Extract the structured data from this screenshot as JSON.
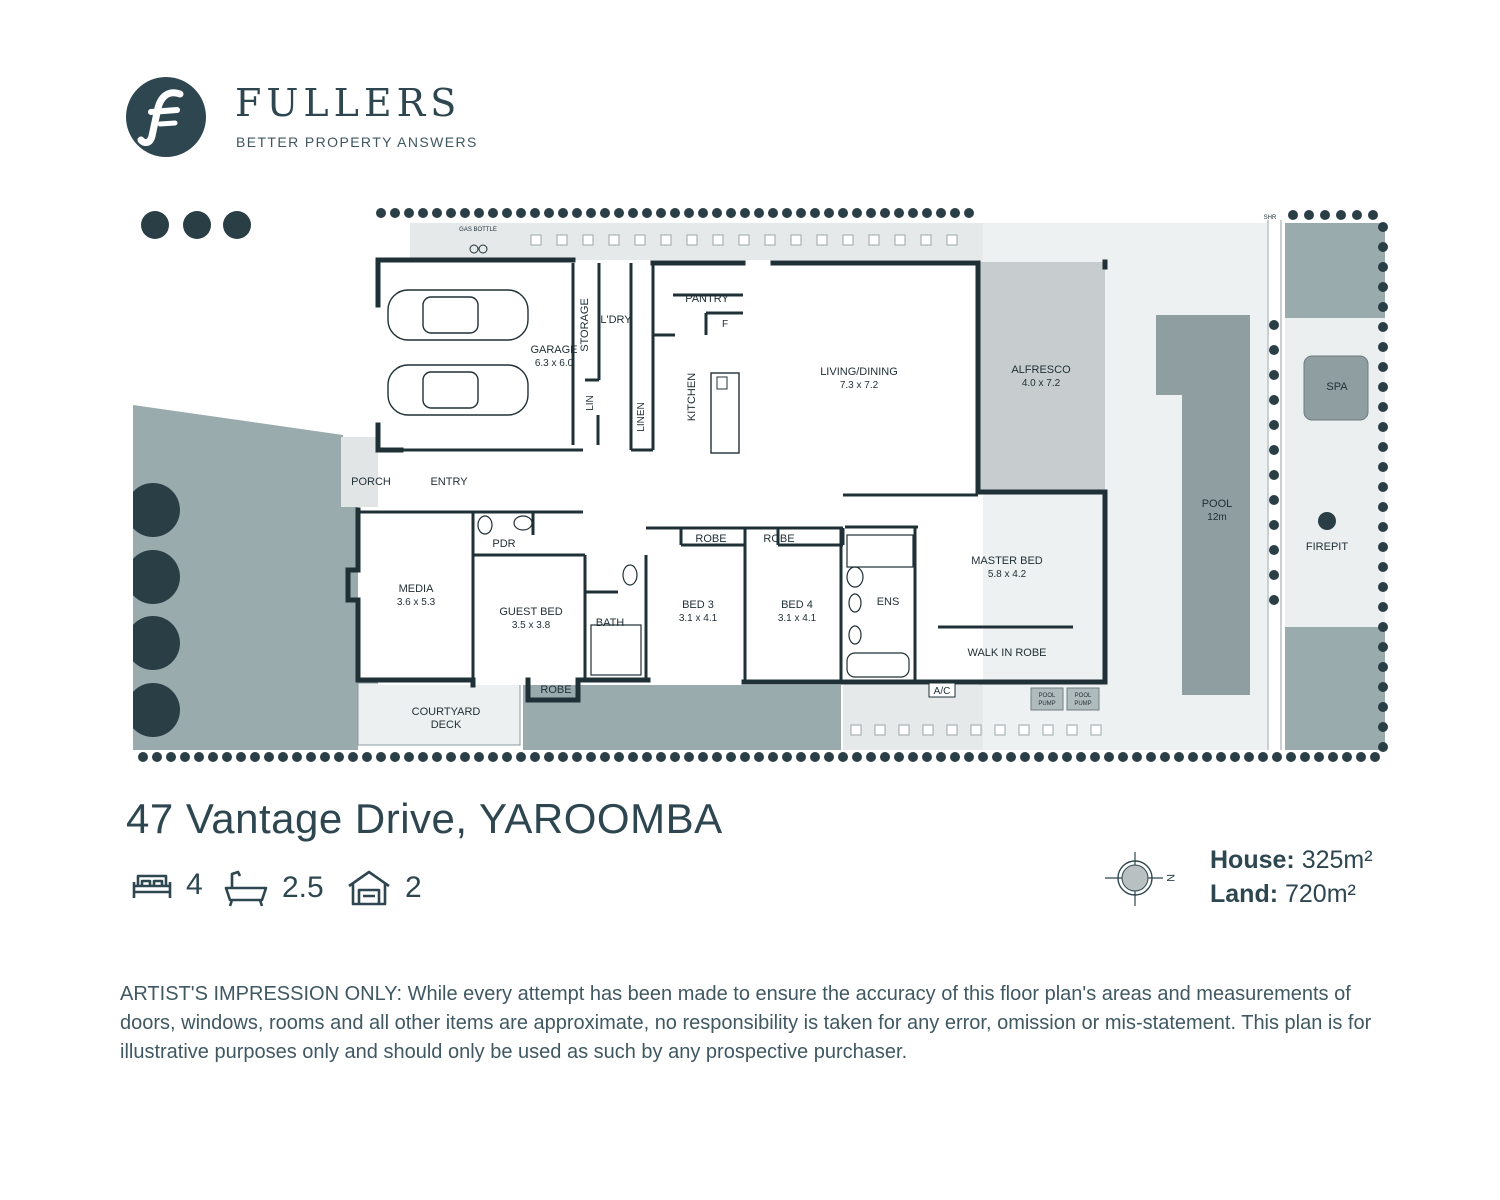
{
  "brand": {
    "name": "FULLERS",
    "tagline": "BETTER PROPERTY ANSWERS",
    "logo_icon": "fullers-f-logo-icon",
    "color": "#2d4650"
  },
  "rooms": {
    "gas_bottle": "GAS BOTTLE",
    "garage": {
      "name": "GARAGE",
      "size": "6.3 x 6.0"
    },
    "storage": "STORAGE",
    "laundry": "L'DRY",
    "pantry": "PANTRY",
    "fridge": "F",
    "lin": "LIN",
    "linen": "LINEN",
    "kitchen": "KITCHEN",
    "living_dining": {
      "name": "LIVING/DINING",
      "size": "7.3 x 7.2"
    },
    "alfresco": {
      "name": "ALFRESCO",
      "size": "4.0 x 7.2"
    },
    "pool": {
      "name": "POOL",
      "size": "12m"
    },
    "spa": "SPA",
    "firepit": "FIREPIT",
    "shower": "SHR",
    "porch": "PORCH",
    "entry": "ENTRY",
    "pdr": "PDR",
    "media": {
      "name": "MEDIA",
      "size": "3.6 x 5.3"
    },
    "guest_bed": {
      "name": "GUEST BED",
      "size": "3.5 x 3.8"
    },
    "bath": "BATH",
    "robe": "ROBE",
    "bed3": {
      "name": "BED 3",
      "size": "3.1 x 4.1"
    },
    "bed4": {
      "name": "BED 4",
      "size": "3.1 x 4.1"
    },
    "ens": "ENS",
    "master_bed": {
      "name": "MASTER BED",
      "size": "5.8 x 4.2"
    },
    "walk_in_robe": "WALK IN ROBE",
    "ac": "A/C",
    "pool_pump_line1": "POOL",
    "pool_pump_line2": "PUMP",
    "courtyard_line1": "COURTYARD",
    "courtyard_line2": "DECK"
  },
  "address": "47 Vantage Drive, YAROOMBA",
  "features": [
    {
      "icon": "bed-icon",
      "value": "4"
    },
    {
      "icon": "bathtub-icon",
      "value": "2.5"
    },
    {
      "icon": "garage-icon",
      "value": "2"
    }
  ],
  "compass": {
    "icon": "compass-north-icon",
    "label": "N"
  },
  "areas": {
    "house_label": "House:",
    "house_value": "325m²",
    "land_label": "Land:",
    "land_value": "720m²"
  },
  "disclaimer": "ARTIST'S IMPRESSION ONLY: While every attempt has been made to ensure the accuracy of  this floor plan's areas and measurements of doors, windows, rooms and all other items are approximate, no responsibility is taken for any error, omission or mis-statement. This plan is  for illustrative purposes only and should only be used as such by any prospective purchaser.",
  "colors": {
    "lawn": "#9aabae",
    "paving": "#e3e7e8",
    "dark": "#1f3036",
    "alfresco": "#c7cdcf",
    "pool": "#8e9ea1",
    "hedge": "#2a3e45"
  }
}
